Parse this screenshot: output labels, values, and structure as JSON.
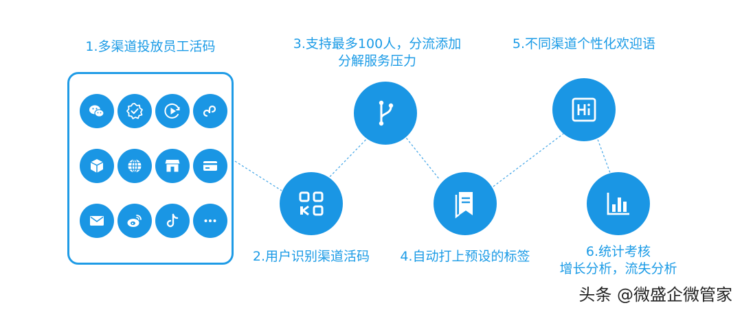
{
  "steps": [
    {
      "label": "1.多渠道投放员工活码"
    },
    {
      "label": "2.用户识别渠道活码"
    },
    {
      "line1": "3.支持最多100人，分流添加",
      "line2": "分解服务压力"
    },
    {
      "label": "4.自动打上预设的标签"
    },
    {
      "label": "5.不同渠道个性化欢迎语"
    },
    {
      "line1": "6.统计考核",
      "line2": "增长分析，流失分析"
    }
  ],
  "channel_icons": [
    "wechat-icon",
    "verified-badge-icon",
    "video-play-icon",
    "mini-program-icon",
    "package-box-icon",
    "globe-icon",
    "storefront-icon",
    "card-icon",
    "mail-icon",
    "weibo-icon",
    "tiktok-icon",
    "more-dots-icon"
  ],
  "step_icons": [
    "qr-code-icon",
    "branch-icon",
    "bookmark-tag-icon",
    "hi-greeting-icon",
    "bar-chart-icon"
  ],
  "watermark": "头条 @微盛企微管家",
  "colors": {
    "accent": "#1a96e4",
    "label": "#1b9be6",
    "connector": "#4aa9e8"
  }
}
